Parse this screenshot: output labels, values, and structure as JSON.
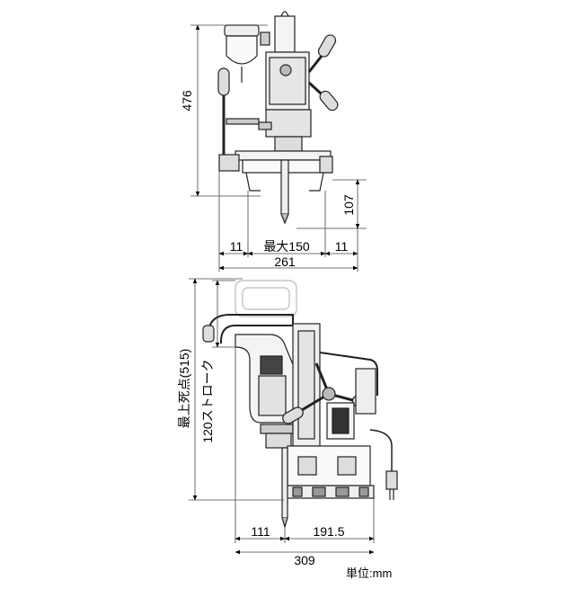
{
  "top_view": {
    "height_dim": "476",
    "clamp_dim": "107",
    "edge_left_dim": "11",
    "max_width_dim": "最大150",
    "edge_right_dim": "11",
    "overall_width_dim": "261"
  },
  "side_view": {
    "top_dead_center_dim": "最上死点(515)",
    "stroke_dim": "120ストローク",
    "front_dim": "111",
    "rear_dim": "191.5",
    "overall_length_dim": "309"
  },
  "unit_label": "単位:mm"
}
